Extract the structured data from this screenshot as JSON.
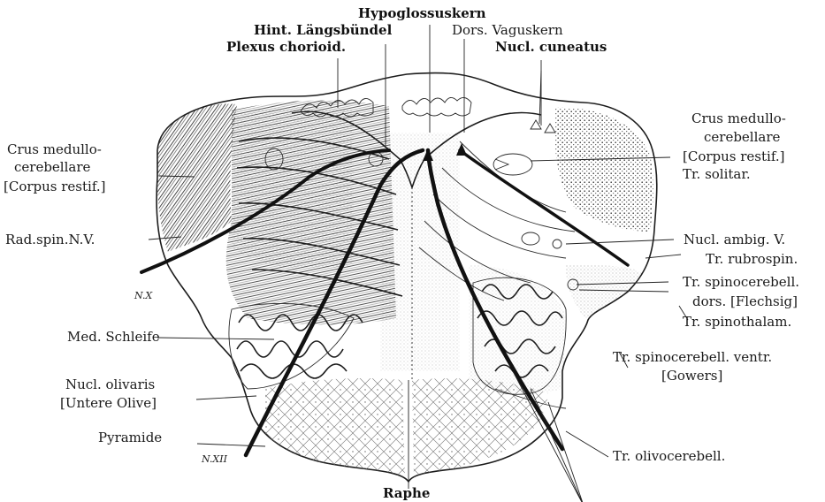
{
  "labels": {
    "hypoglossuskern": "Hypoglossuskern",
    "hint_langsbundel": "Hint. Längsbündel",
    "dors_vaguskern": "Dors. Vaguskern",
    "plexus_chorioid": "Plexus chorioid.",
    "nucl_cuneatus": "Nucl. cuneatus",
    "crus_left_1": "Crus medullo-",
    "crus_left_2": "cerebellare",
    "crus_left_3": "[Corpus restif.]",
    "crus_right_1": "Crus medullo-",
    "crus_right_2": "cerebellare",
    "crus_right_3": "[Corpus restif.]",
    "tr_solitar": "Tr. solitar.",
    "rad_spin": "Rad.spin.N.V.",
    "nucl_ambig": "Nucl. ambig. V.",
    "tr_rubrospin": "Tr. rubrospin.",
    "tr_spinocereb_dors_1": "Tr. spinocerebell.",
    "tr_spinocereb_dors_2": "dors. [Flechsig]",
    "tr_spinothalam": "Tr. spinothalam.",
    "med_schleife": "Med. Schleife",
    "tr_spinocereb_ventr_1": "Tr. spinocerebell. ventr.",
    "tr_spinocereb_ventr_2": "[Gowers]",
    "nucl_olivaris_1": "Nucl. olivaris",
    "nucl_olivaris_2": "[Untere Olive]",
    "pyramide": "Pyramide",
    "tr_olivocerebell": "Tr. olivocerebell.",
    "raphe": "Raphe",
    "nerve_x": "N.X",
    "nerve_xii": "N.XII"
  },
  "colors": {
    "ink": "#1a1a1a",
    "paper": "#ffffff",
    "stipple": "#555555"
  }
}
